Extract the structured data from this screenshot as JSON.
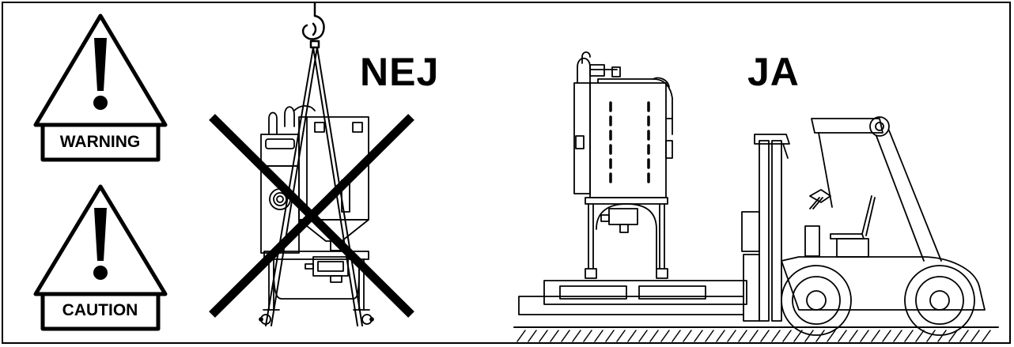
{
  "signs": {
    "warning_label": "WARNING",
    "caution_label": "CAUTION"
  },
  "labels": {
    "wrong": "NEJ",
    "right": "JA"
  },
  "colors": {
    "ink": "#000000",
    "background": "#ffffff"
  }
}
